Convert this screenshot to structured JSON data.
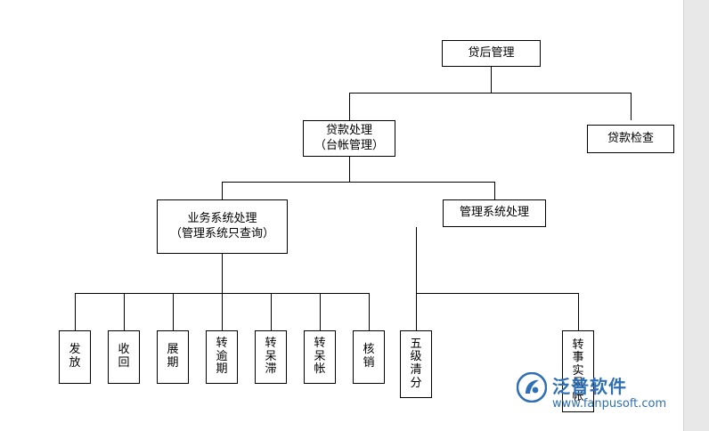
{
  "diagram": {
    "type": "org-tree",
    "title_node": {
      "label": "贷后管理"
    },
    "nodes": [
      {
        "id": "root",
        "lines": [
          "贷后管理"
        ]
      },
      {
        "id": "loan-processing",
        "lines": [
          "贷款处理",
          "（台帐管理）"
        ]
      },
      {
        "id": "loan-check",
        "lines": [
          "贷款检查"
        ]
      },
      {
        "id": "business-system",
        "lines": [
          "业务系统处理",
          "（管理系统只查询）"
        ]
      },
      {
        "id": "management-system",
        "lines": [
          "管理系统处理"
        ]
      },
      {
        "id": "leaf-1",
        "lines": [
          "发",
          "放"
        ]
      },
      {
        "id": "leaf-2",
        "lines": [
          "收",
          "回"
        ]
      },
      {
        "id": "leaf-3",
        "lines": [
          "展",
          "期"
        ]
      },
      {
        "id": "leaf-4",
        "lines": [
          "转",
          "逾",
          "期"
        ]
      },
      {
        "id": "leaf-5",
        "lines": [
          "转",
          "呆",
          "滞"
        ]
      },
      {
        "id": "leaf-6",
        "lines": [
          "转",
          "呆",
          "帐"
        ]
      },
      {
        "id": "leaf-7",
        "lines": [
          "核",
          "销"
        ]
      },
      {
        "id": "leaf-8",
        "lines": [
          "五",
          "级",
          "清",
          "分"
        ]
      },
      {
        "id": "leaf-9",
        "lines": [
          "转",
          "事",
          "实",
          "呆",
          "帐"
        ]
      }
    ]
  },
  "watermark": {
    "brand": "泛普软件",
    "url": "www.fanpusoft.com",
    "color": "#2f6fb5"
  }
}
